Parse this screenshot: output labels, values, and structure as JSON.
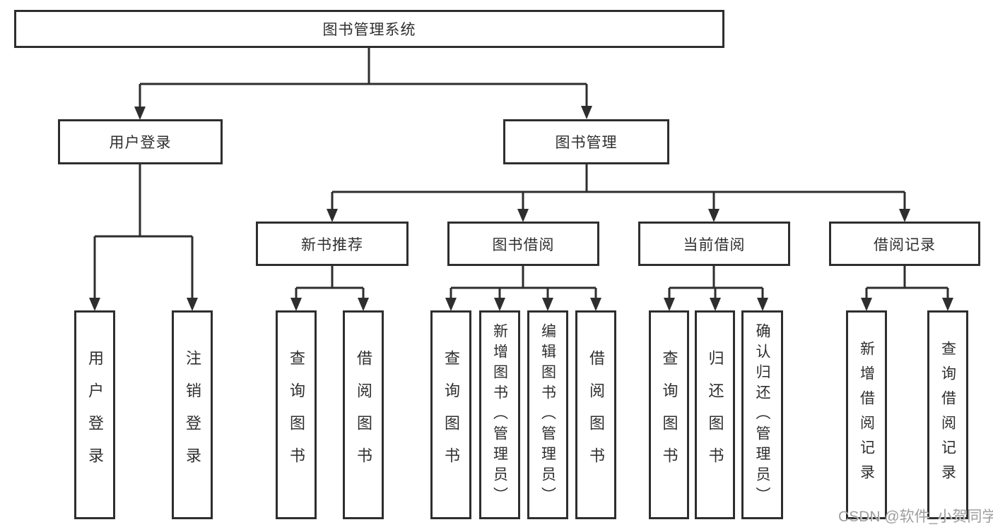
{
  "nodes": {
    "root": {
      "label": "图书管理系统"
    },
    "l2": [
      {
        "label": "用户登录"
      },
      {
        "label": "图书管理"
      }
    ],
    "l3": [
      {
        "label": "新书推荐"
      },
      {
        "label": "图书借阅"
      },
      {
        "label": "当前借阅"
      },
      {
        "label": "借阅记录"
      }
    ],
    "l4": [
      {
        "label": "用户登录"
      },
      {
        "label": "注销登录"
      },
      {
        "label": "查询图书"
      },
      {
        "label": "借阅图书"
      },
      {
        "label": "查询图书"
      },
      {
        "label": "新增图书（管理员）"
      },
      {
        "label": "编辑图书（管理员）"
      },
      {
        "label": "借阅图书"
      },
      {
        "label": "查询图书"
      },
      {
        "label": "归还图书"
      },
      {
        "label": "确认归还（管理员）"
      },
      {
        "label": "新增借阅记录"
      },
      {
        "label": "查询借阅记录"
      }
    ]
  },
  "watermark": "CSDN @软件_小贺同学",
  "colors": {
    "line": "#2e2e2e",
    "text": "#2f2f2f",
    "watermark": "#9e9e9e",
    "background": "#ffffff"
  }
}
